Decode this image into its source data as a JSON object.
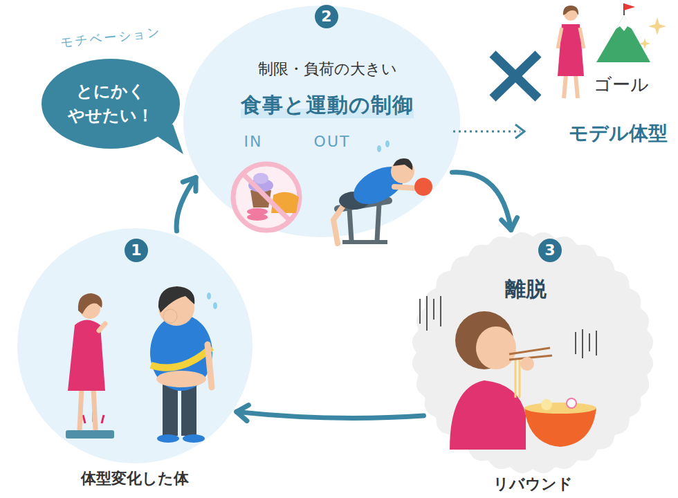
{
  "diagram": {
    "nodes": [
      {
        "text": [
          "モチベーション",
          "とにかく やせたい！"
        ]
      },
      {
        "text": [
          "制限・負荷の大きい",
          "食事と運動の制御",
          "IN",
          "OUT"
        ]
      },
      {
        "text": [
          "体型変化した体"
        ]
      },
      {
        "text": [
          "離脱",
          "リバウンド"
        ]
      }
    ],
    "edges": [
      {
        "from": 2,
        "to": 1,
        "arrow": "to"
      },
      {
        "from": 1,
        "to": 3,
        "arrow": "to"
      },
      {
        "from": 3,
        "to": 2,
        "arrow": "to"
      }
    ],
    "labels": [
      "2",
      "ゴール",
      "モデル体型",
      "1",
      "3"
    ]
  }
}
